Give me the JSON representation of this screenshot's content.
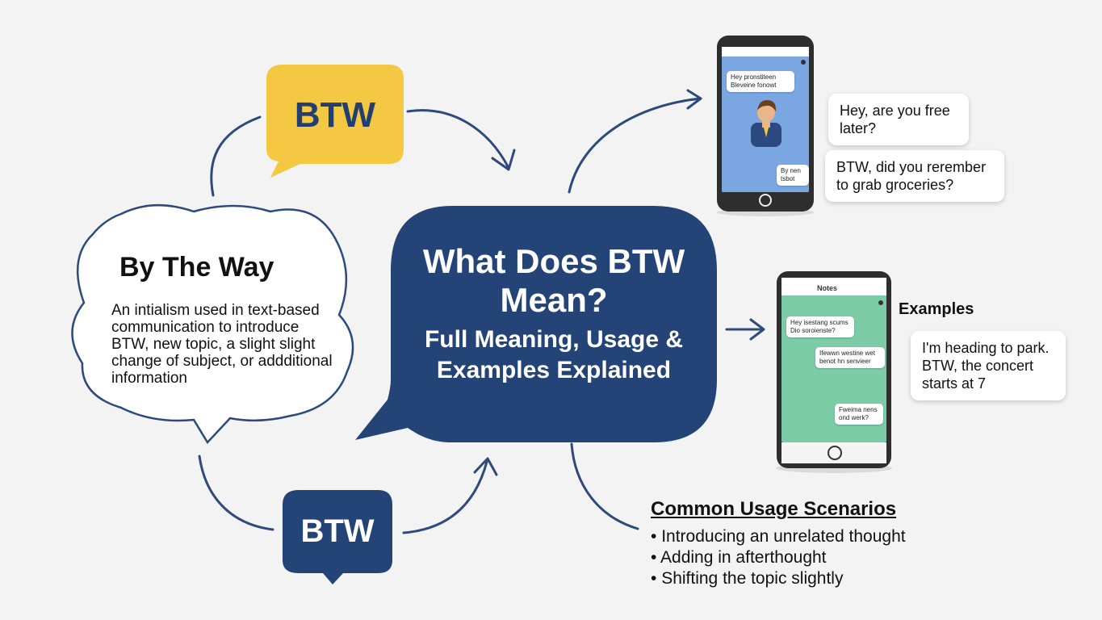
{
  "main_bubble": {
    "title": "What Does BTW Mean?",
    "subtitle": "Full Meaning, Usage & Examples Explained"
  },
  "badges": {
    "top": "BTW",
    "bottom": "BTW"
  },
  "definition": {
    "title": "By The Way",
    "text": "An intialism used in text-based communication to introduce BTW, new topic, a slight slight change of subject, or addditional information"
  },
  "phone_top": {
    "bubble_incoming": "Hey pronstiteen Bleveine fonowt",
    "bubble_outgoing": "By nen tsbot"
  },
  "chat_top": [
    "Hey, are you free later?",
    "BTW, did you rerember to grab groceries?"
  ],
  "phone_bottom": {
    "header": "Notes",
    "bubble_1": "Hey isestang scums Dio soroienste?",
    "bubble_2": "Ifewwn westine wet benot hn senvieer",
    "bubble_3": "Fweima nens ond werk?"
  },
  "examples": {
    "label": "Examples",
    "text": "I'm heading to park. BTW, the concert starts at 7"
  },
  "scenarios": {
    "title": "Common Usage Scenarios",
    "items": [
      "Introducing an unrelated thought",
      "Adding in afterthought",
      "Shifting the topic slightly"
    ]
  },
  "colors": {
    "navy": "#244477",
    "yellow": "#f4c842",
    "phone_blue": "#7aa6e2",
    "phone_green": "#7ccca8",
    "arrow": "#2e4a7a"
  }
}
